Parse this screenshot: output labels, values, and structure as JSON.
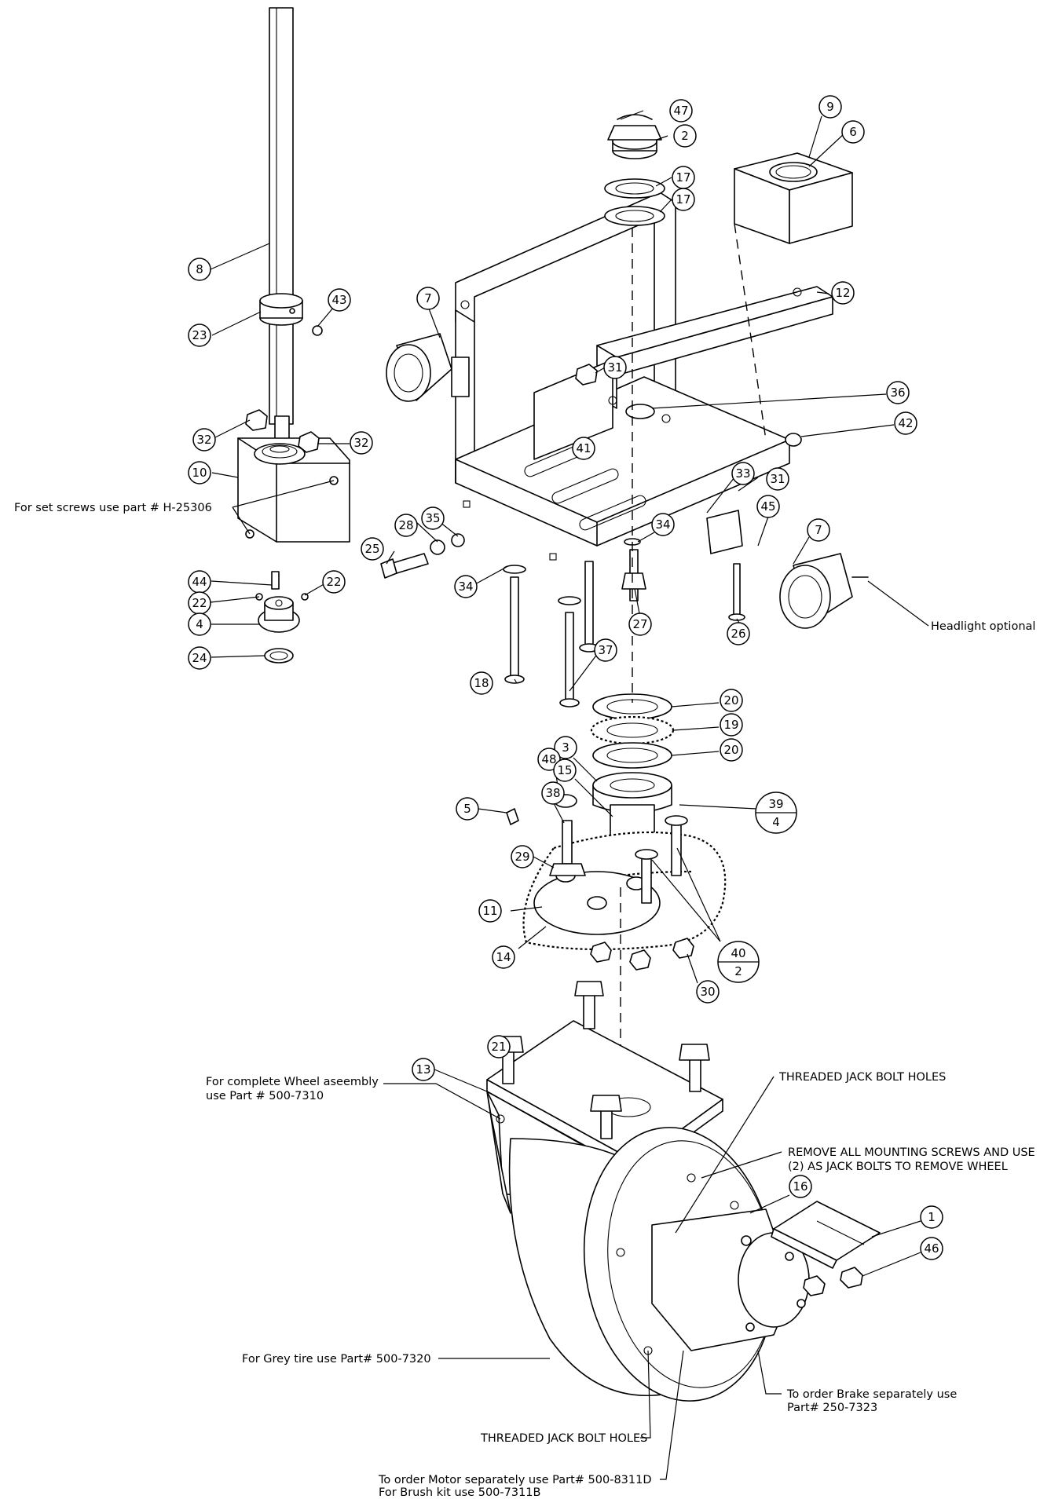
{
  "balloons": [
    {
      "n": "47"
    },
    {
      "n": "2"
    },
    {
      "n": "17"
    },
    {
      "n": "17"
    },
    {
      "n": "9"
    },
    {
      "n": "6"
    },
    {
      "n": "8"
    },
    {
      "n": "43"
    },
    {
      "n": "23"
    },
    {
      "n": "7"
    },
    {
      "n": "12"
    },
    {
      "n": "31"
    },
    {
      "n": "36"
    },
    {
      "n": "42"
    },
    {
      "n": "32"
    },
    {
      "n": "32"
    },
    {
      "n": "10"
    },
    {
      "n": "41"
    },
    {
      "n": "33"
    },
    {
      "n": "31"
    },
    {
      "n": "45"
    },
    {
      "n": "7"
    },
    {
      "n": "28"
    },
    {
      "n": "35"
    },
    {
      "n": "25"
    },
    {
      "n": "34"
    },
    {
      "n": "34"
    },
    {
      "n": "27"
    },
    {
      "n": "26"
    },
    {
      "n": "44"
    },
    {
      "n": "22"
    },
    {
      "n": "22"
    },
    {
      "n": "4"
    },
    {
      "n": "24"
    },
    {
      "n": "37"
    },
    {
      "n": "18"
    },
    {
      "n": "20"
    },
    {
      "n": "19"
    },
    {
      "n": "20"
    },
    {
      "n": "3"
    },
    {
      "n": "48"
    },
    {
      "n": "15"
    },
    {
      "n": "5"
    },
    {
      "n": "38"
    },
    {
      "n": "29"
    },
    {
      "n": "11"
    },
    {
      "n": "14"
    },
    {
      "n": "30"
    },
    {
      "n": "21"
    },
    {
      "n": "13"
    },
    {
      "n": "16"
    },
    {
      "n": "1"
    },
    {
      "n": "46"
    }
  ],
  "split_balloons": [
    {
      "top": "39",
      "bottom": "4"
    },
    {
      "top": "40",
      "bottom": "2"
    }
  ],
  "notes": {
    "set_screws": "For set screws use part # H-25306",
    "headlight": "Headlight optional",
    "wheel_line1": "For complete Wheel aseembly",
    "wheel_line2": "use Part # 500-7310",
    "jack_top": "THREADED JACK BOLT HOLES",
    "remove_line1": "REMOVE ALL MOUNTING SCREWS AND USE",
    "remove_line2": "(2) AS JACK BOLTS TO REMOVE WHEEL",
    "tire": "For Grey tire use Part# 500-7320",
    "brake_line1": "To order Brake separately use",
    "brake_line2": "Part# 250-7323",
    "jack_bottom": "THREADED JACK BOLT HOLES",
    "motor_line1": "To order Motor separately use Part# 500-8311D",
    "motor_line2": "For Brush kit use 500-7311B"
  }
}
